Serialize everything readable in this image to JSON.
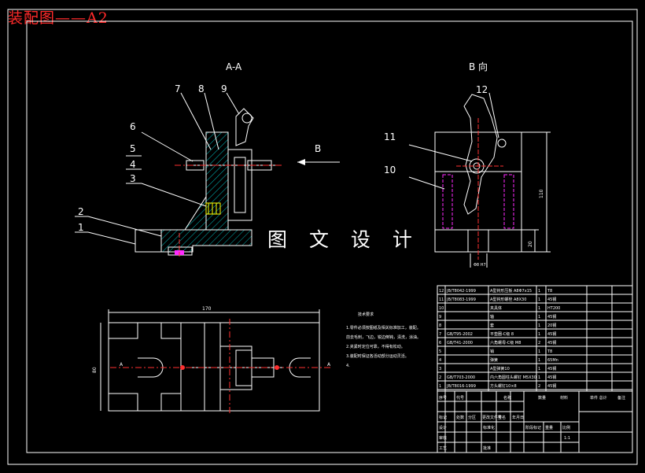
{
  "title": "装配图——A2",
  "watermark": "图 文 设 计",
  "views": {
    "section_label": "A-A",
    "view_b_label": "B 向",
    "arrow_label": "B",
    "cut_label_left": "A",
    "cut_label_right": "A"
  },
  "callouts": [
    "1",
    "2",
    "3",
    "4",
    "5",
    "6",
    "7",
    "8",
    "9",
    "10",
    "11",
    "12"
  ],
  "dimensions": {
    "width_top": "170",
    "height_left": "80",
    "height_right_view": "110",
    "base_right_view": "20",
    "small_bottom": "Φ8 H7"
  },
  "notes": {
    "heading": "技术要求",
    "lines": [
      "1.零件必须按图纸及相关标准加工，装配。",
      "前去毛刺，飞边，锐边倒钝，清洗，涂油。",
      "2.夹紧时定位可靠，不得有松动。",
      "3.装配时保证各活动部分运动灵活。",
      "4."
    ]
  },
  "parts_table": {
    "rows": [
      {
        "no": "12",
        "code": "JB/T8042-1999",
        "name": "A型钩形压板 A8Φ7x15",
        "qty": "1",
        "mat": "T8"
      },
      {
        "no": "11",
        "code": "JB/T8083-1999",
        "name": "A型钩形螺栓 A8X30",
        "qty": "1",
        "mat": "45钢"
      },
      {
        "no": "10",
        "code": "",
        "name": "夹具体",
        "qty": "1",
        "mat": "HT200"
      },
      {
        "no": "9",
        "code": "",
        "name": "轴",
        "qty": "1",
        "mat": "45钢"
      },
      {
        "no": "8",
        "code": "",
        "name": "套",
        "qty": "1",
        "mat": "20钢"
      },
      {
        "no": "7",
        "code": "GB/T95-2002",
        "name": "平垫圈-C级 8",
        "qty": "1",
        "mat": "45钢"
      },
      {
        "no": "6",
        "code": "GB/T41-2000",
        "name": "六角螺母-C级 M8",
        "qty": "2",
        "mat": "45钢"
      },
      {
        "no": "5",
        "code": "",
        "name": "销",
        "qty": "1",
        "mat": "T8"
      },
      {
        "no": "4",
        "code": "",
        "name": "弹簧",
        "qty": "1",
        "mat": "65Mn"
      },
      {
        "no": "3",
        "code": "",
        "name": "A型弹簧10",
        "qty": "1",
        "mat": "45钢"
      },
      {
        "no": "2",
        "code": "GB/T703-2000",
        "name": "内六角圆柱头螺钉 M5X30",
        "qty": "1",
        "mat": "45钢"
      },
      {
        "no": "1",
        "code": "JB/T8016-1999",
        "name": "方头螺钉10×8",
        "qty": "2",
        "mat": "45钢"
      }
    ],
    "header": {
      "no": "序号",
      "code": "代号",
      "name": "名称",
      "qty": "数量",
      "mat": "材料",
      "weight": "单件 总计",
      "remark": "备注"
    }
  },
  "title_block": {
    "labels": [
      "标记",
      "处数",
      "分区",
      "更改文件号",
      "签名",
      "年月日",
      "设计",
      "标准化",
      "审核",
      "工艺",
      "批准",
      "阶段标记",
      "重量",
      "比例"
    ],
    "scale": "1:1"
  },
  "colors": {
    "line": "#ffffff",
    "title": "#ff2a2a",
    "hatch": "#00b4b4",
    "center": "#ff3030",
    "hidden": "#ff2aff",
    "part": "#ffff00"
  }
}
